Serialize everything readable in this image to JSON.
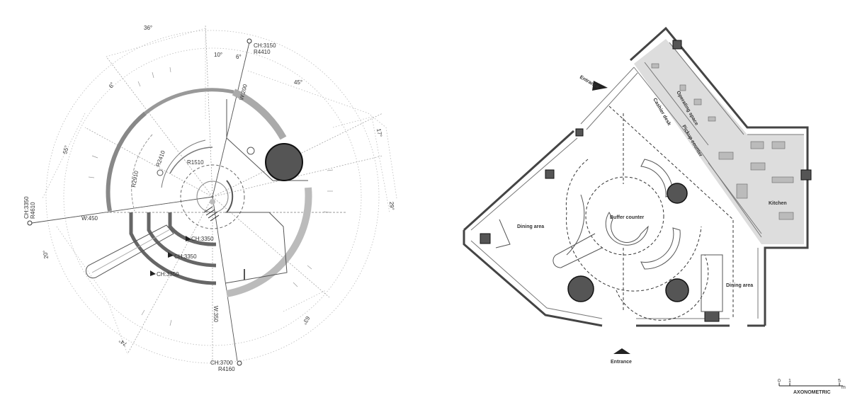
{
  "radial": {
    "angles": [
      "36°",
      "10°",
      "6°",
      "45°",
      "6°",
      "55°",
      "17°",
      "29°",
      "20°",
      "63°",
      "74°"
    ],
    "radii": [
      "R1510",
      "R2410",
      "R2910"
    ],
    "ceiling_tags": [
      {
        "ch": "CH:3150",
        "r": "R4410"
      },
      {
        "ch": "CH:3350",
        "r": "R4610"
      },
      {
        "ch": "CH:3700",
        "r": "R4160"
      }
    ],
    "widths": [
      "W:200",
      "W:450",
      "W:350"
    ],
    "inner_heights": [
      "CH:3350",
      "CH:3350",
      "CH:3350"
    ]
  },
  "plan": {
    "labels": {
      "entrance_top": "Entrance",
      "entrance_bottom": "Entrance",
      "operating_space": "Operating space",
      "cashier_desk": "Cashier desk",
      "pickup_counter": "Pickup counter",
      "kitchen": "Kitchen",
      "buffer_counter": "Buffer counter",
      "dining_left": "Dining area",
      "dining_right": "Dining area"
    }
  },
  "scale": {
    "ticks": [
      "0",
      "1",
      "5"
    ],
    "unit": "m",
    "caption": "AXONOMETRIC"
  }
}
